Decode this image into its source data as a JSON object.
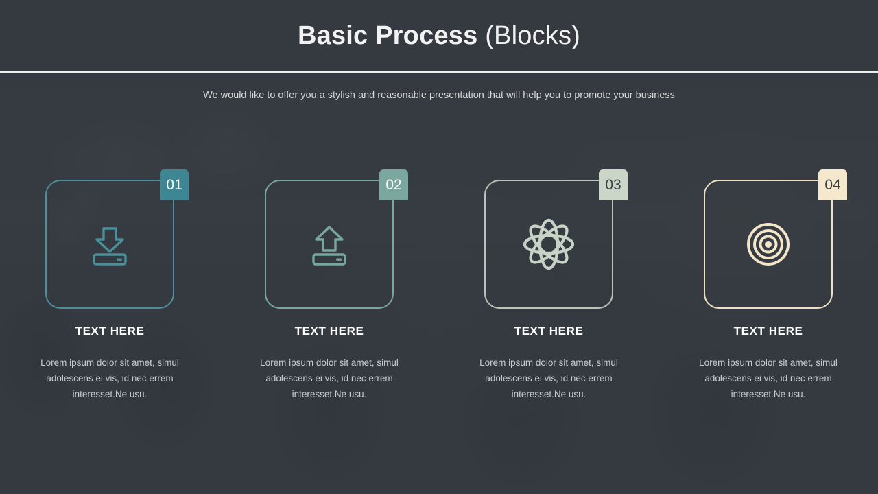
{
  "slide": {
    "background_color": "#343a40",
    "title_strong": "Basic Process",
    "title_light": "(Blocks)",
    "subtitle": "We would like to offer you a stylish and reasonable presentation that will help you to promote your business"
  },
  "blocks": [
    {
      "number": "01",
      "icon": "download-icon",
      "heading": "TEXT HERE",
      "body": "Lorem ipsum dolor sit amet, simul adolescens ei vis, id nec errem interesset.Ne usu.",
      "accent_color": "#4b8f9a",
      "badge_bg": "#3d8795",
      "badge_text_color": "#ffffff"
    },
    {
      "number": "02",
      "icon": "upload-icon",
      "heading": "TEXT HERE",
      "body": "Lorem ipsum dolor sit amet, simul adolescens ei vis, id nec errem interesset.Ne usu.",
      "accent_color": "#77a79d",
      "badge_bg": "#7aa89f",
      "badge_text_color": "#ffffff"
    },
    {
      "number": "03",
      "icon": "atom-icon",
      "heading": "TEXT HERE",
      "body": "Lorem ipsum dolor sit amet, simul adolescens ei vis, id nec errem interesset.Ne usu.",
      "accent_color": "#b9c4b8",
      "badge_bg": "#ccd6c8",
      "badge_text_color": "#3a3f44"
    },
    {
      "number": "04",
      "icon": "target-icon",
      "heading": "TEXT HERE",
      "body": "Lorem ipsum dolor sit amet, simul adolescens ei vis, id nec errem interesset.Ne usu.",
      "accent_color": "#efe0c2",
      "badge_bg": "#f5e8cd",
      "badge_text_color": "#3a3f44"
    }
  ]
}
